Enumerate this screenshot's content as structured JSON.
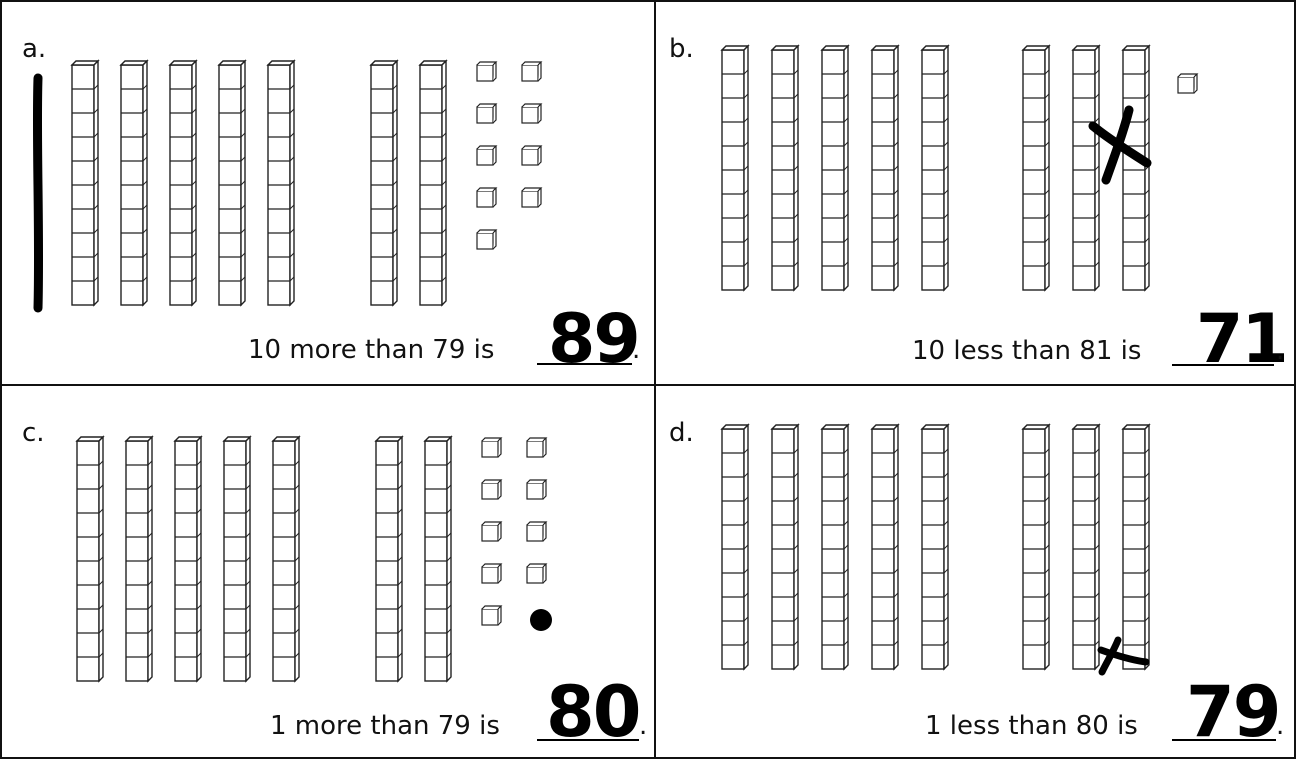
{
  "panels": [
    {
      "label": "a.",
      "sentence": "10 more than 79 is",
      "answer": "89",
      "period": ".",
      "tens": 7,
      "ones": 9
    },
    {
      "label": "b.",
      "sentence": "10 less than 81 is",
      "answer": "71",
      "period": ".",
      "tens": 8,
      "ones": 1
    },
    {
      "label": "c.",
      "sentence": "1 more than 79 is",
      "answer": "80",
      "period": ".",
      "tens": 7,
      "ones": 9
    },
    {
      "label": "d.",
      "sentence": "1 less than 80 is",
      "answer": "79",
      "period": ".",
      "tens": 8,
      "ones": 0
    }
  ],
  "annotations": {
    "a": "hand-drawn vertical bar (added ten)",
    "b": "hand-drawn X crossing out one ten-rod",
    "c": "hand-drawn dot (added one)",
    "d": "hand-drawn X crossing out bottom unit cube"
  },
  "colors": {
    "ink": "#000000",
    "line": "#222222",
    "cube_fill": "#ffffff"
  }
}
